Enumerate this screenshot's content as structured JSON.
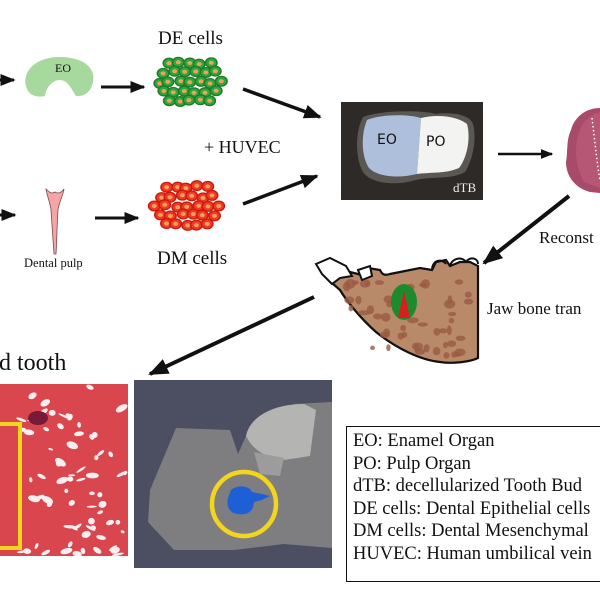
{
  "diagram": {
    "top_row": {
      "eo_shape_label": "EO",
      "de_cells_label": "DE cells",
      "huvec_label": "+ HUVEC"
    },
    "bottom_row": {
      "dental_pulp_label": "Dental pulp",
      "dm_cells_label": "DM cells"
    },
    "dtb_photo": {
      "eo_label": "EO",
      "po_label": "PO",
      "dtb_label": "dTB"
    },
    "reconstructed_label": "Reconst",
    "jaw_bone_label": "Jaw bone tran",
    "tooth_title": "d tooth",
    "legend": {
      "items": [
        "EO: Enamel Organ",
        "PO: Pulp Organ",
        "dTB: decellularized Tooth Bud",
        "DE cells: Dental Epithelial cells",
        "DM cells: Dental Mesenchymal",
        "HUVEC: Human umbilical vein"
      ]
    },
    "colors": {
      "de_cell_outer": "#1f7a2a",
      "de_cell_inner": "#2ea83a",
      "de_cell_nucleus": "#f0a060",
      "dm_cell_outer": "#cc1a10",
      "dm_cell_inner": "#f03a22",
      "dm_cell_nucleus": "#f5a060",
      "eo_shape": "#a7d89e",
      "dental_pulp": "#f5a5a5",
      "highlight_yellow": "#f3d51d",
      "micro_ct_blue": "#1f5fd6"
    }
  }
}
